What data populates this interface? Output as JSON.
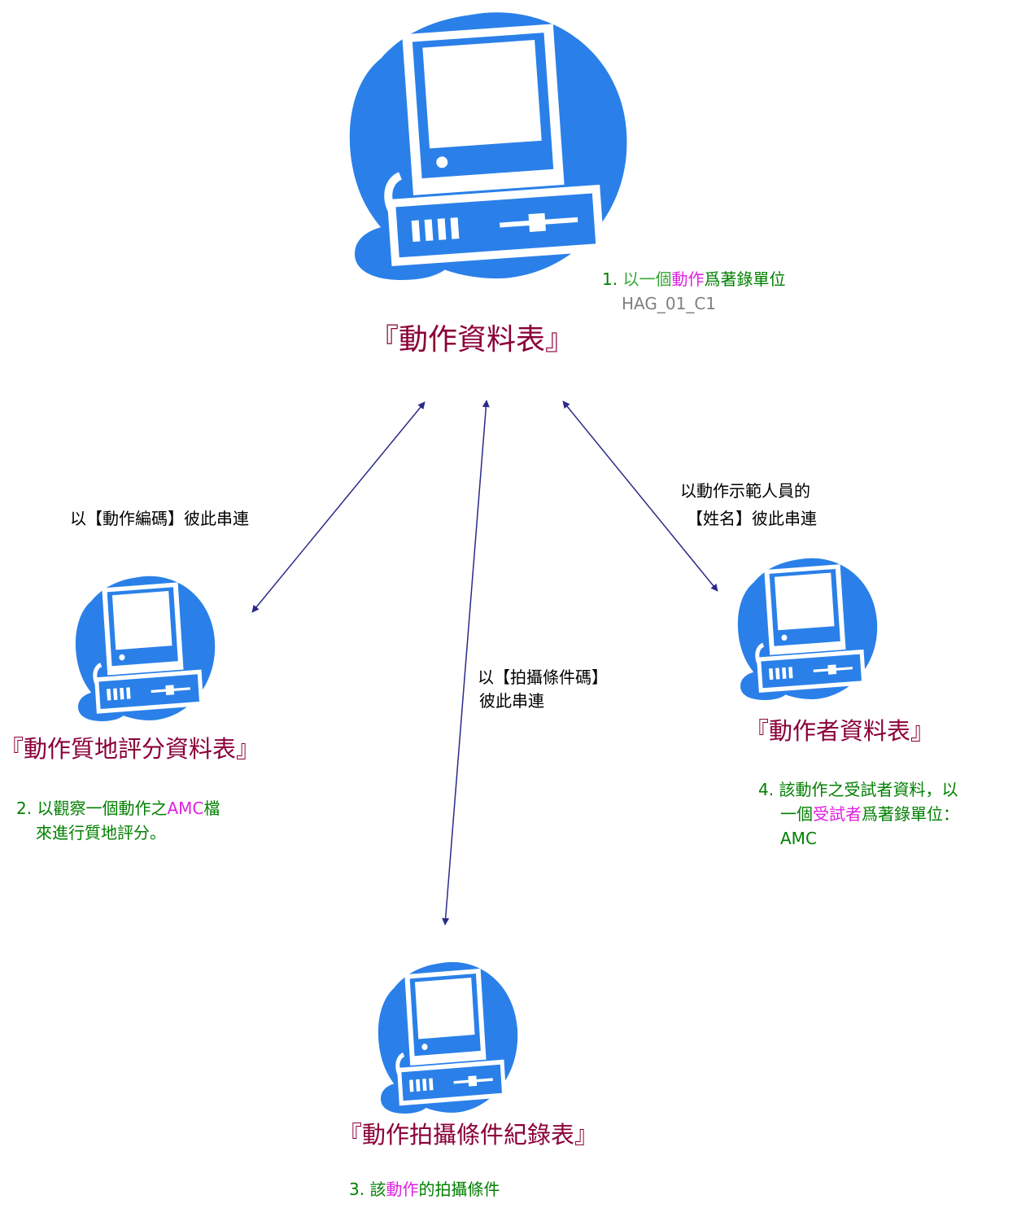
{
  "colors": {
    "icon_blue": "#2a80e8",
    "title": "#8b0038",
    "note_green": "#008000",
    "note_magenta": "#e020e0",
    "note_light_green": "#33a833",
    "note_gray": "#808080",
    "arrow": "#2a2a8a"
  },
  "icons": [
    "computer-icon",
    "computer-icon",
    "computer-icon",
    "computer-icon"
  ],
  "main": {
    "title": "『動作資料表』",
    "note_number": "1.",
    "note_a": "以一個",
    "note_b": "動作",
    "note_c": "爲著錄單位",
    "note_code": "HAG_01_C1"
  },
  "left": {
    "title": "『動作質地評分資料表』",
    "note_number": "2.",
    "note_a": "以觀察一個動作之",
    "note_b": "AMC",
    "note_c": "檔",
    "note_line2": "來進行質地評分。"
  },
  "right": {
    "title": "『動作者資料表』",
    "note_number": "4.",
    "note_line1": "該動作之受試者資料，以",
    "note_a": "一個",
    "note_b": "受試者",
    "note_c": "爲著錄單位：",
    "note_line3": "AMC"
  },
  "bottom": {
    "title": "『動作拍攝條件紀錄表』",
    "note_number": "3.",
    "note_a": "該",
    "note_b": "動作",
    "note_c": "的拍攝條件"
  },
  "links": {
    "left_label": "以【動作編碼】彼此串連",
    "center_line1": "以【拍攝條件碼】",
    "center_line2": "彼此串連",
    "right_line1": "以動作示範人員的",
    "right_line2": "【姓名】彼此串連"
  }
}
